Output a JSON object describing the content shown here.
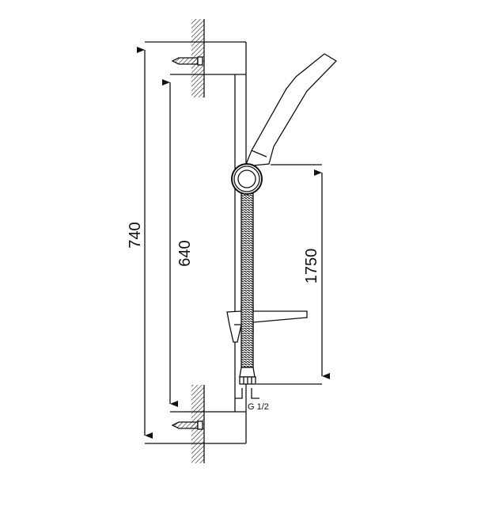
{
  "dimensions": {
    "overall_height": "740",
    "fixing_distance": "640",
    "hose_length": "1750",
    "connection": "G 1/2"
  },
  "colors": {
    "line": "#111111",
    "background": "#ffffff"
  }
}
